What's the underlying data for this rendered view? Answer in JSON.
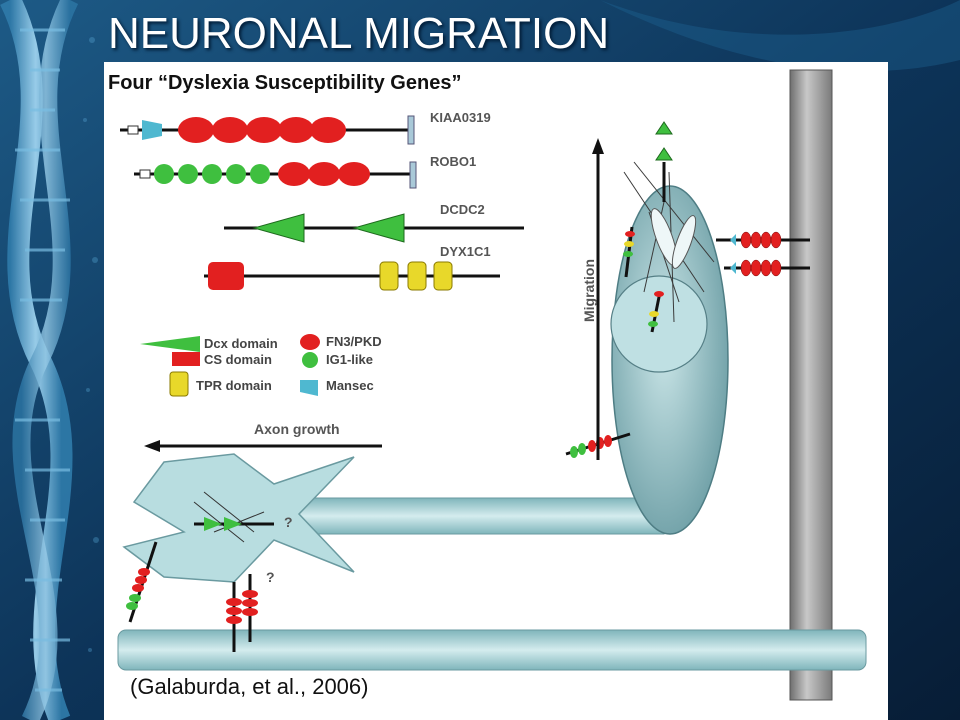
{
  "slide": {
    "title": "NEURONAL MIGRATION",
    "subtitle": "Four “Dyslexia Susceptibility Genes”",
    "citation": "(Galaburda, et al., 2006)"
  },
  "genes": [
    {
      "label": "KIAA0319"
    },
    {
      "label": "ROBO1"
    },
    {
      "label": "DCDC2"
    },
    {
      "label": "DYX1C1"
    }
  ],
  "legend": {
    "items": [
      {
        "label": "Dcx domain",
        "color": "#3fbf3f"
      },
      {
        "label": "FN3/PKD",
        "color": "#e22020"
      },
      {
        "label": "CS domain",
        "color": "#e22020"
      },
      {
        "label": "IG1-like",
        "color": "#3fbf3f"
      },
      {
        "label": "TPR domain",
        "color": "#e8d82a"
      },
      {
        "label": "Mansec",
        "color": "#4fb8d0"
      }
    ]
  },
  "arrows": {
    "axon_growth": "Axon growth",
    "migration": "Migration"
  },
  "question_marks": [
    "?",
    "?"
  ],
  "colors": {
    "background": "#0b2a4a",
    "cell": "#a8d4d8",
    "fiber": "#8f8f8f",
    "accent_red": "#e22020",
    "accent_green": "#3fbf3f"
  }
}
